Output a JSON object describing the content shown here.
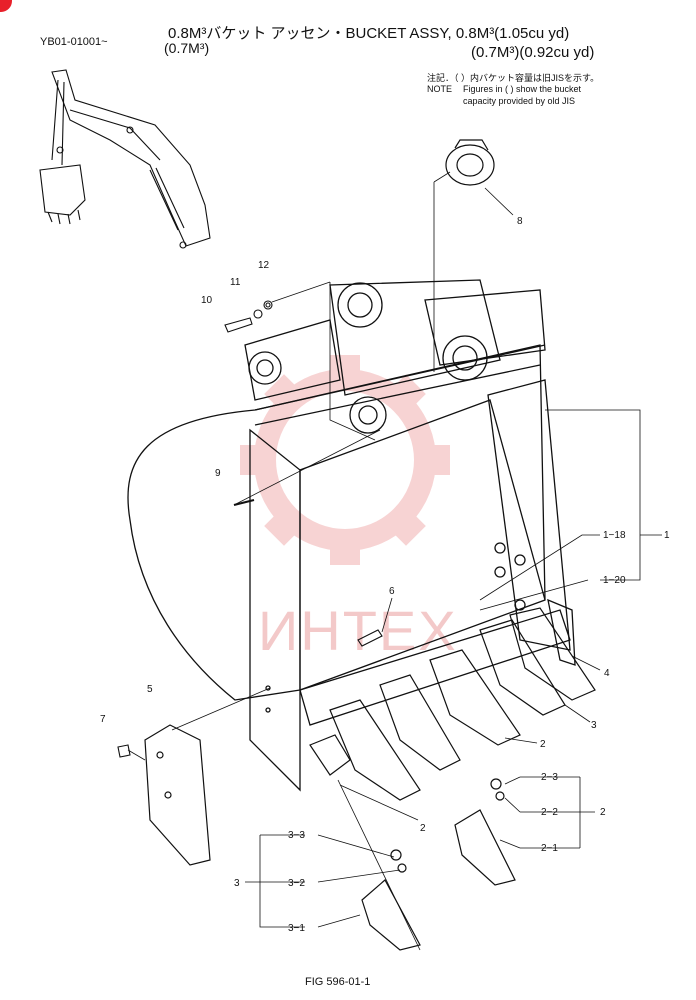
{
  "header": {
    "code": "YB01-01001~",
    "title_line1": "0.8M³バケット アッセン・BUCKET ASSY, 0.8M³(1.05cu yd)",
    "title_line2_left": "(0.7M³)",
    "title_line2_right": "(0.7M³)(0.92cu yd)"
  },
  "note": {
    "jp": "注記．（ ）内バケット容量は旧JISを示す。",
    "label": "NOTE",
    "en_line1": "Figures in ( ) show the bucket",
    "en_line2": "capacity provided by old JIS"
  },
  "watermark": {
    "text": "ИНТЕХ",
    "color": "#f3c9c9"
  },
  "callouts": {
    "c1": "1",
    "c1_18": "1−18",
    "c1_20": "1−20",
    "c2a": "2",
    "c2b": "2",
    "c2r": "2",
    "c2_1": "2−1",
    "c2_2": "2−2",
    "c2_3": "2−3",
    "c3a": "3",
    "c3l": "3",
    "c3_1": "3−1",
    "c3_2": "3−2",
    "c3_3": "3−3",
    "c4": "4",
    "c5": "5",
    "c6": "6",
    "c7": "7",
    "c8": "8",
    "c9": "9",
    "c10": "10",
    "c11": "11",
    "c12": "12"
  },
  "footer": {
    "fig": "FIG 596-01-1"
  },
  "colors": {
    "corner_badge": "#e8202a",
    "watermark": "#f3c9c9"
  }
}
